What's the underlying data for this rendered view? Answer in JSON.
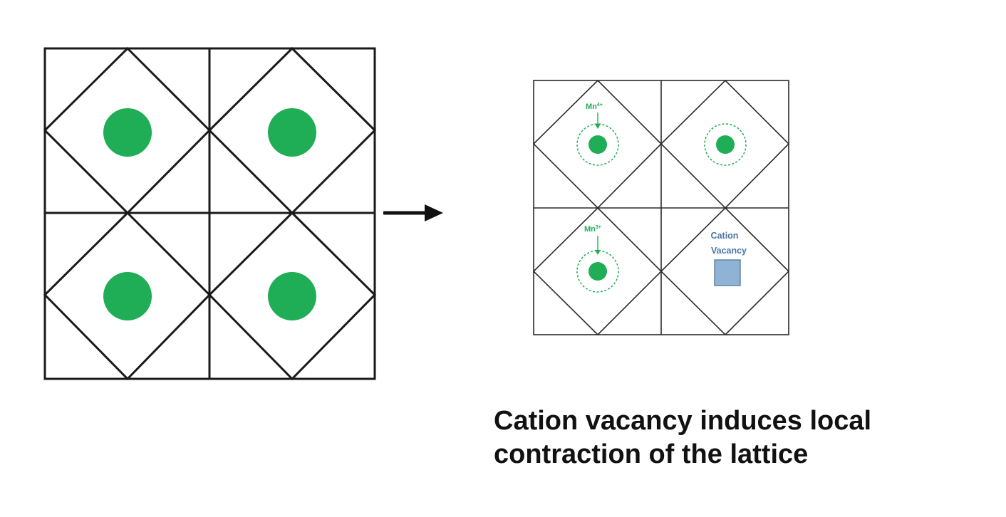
{
  "left_lattice": {
    "cations": 4
  },
  "right_lattice": {
    "labels": {
      "mn4_base": "Mn",
      "mn4_charge": "4+",
      "mn3_base": "Mn",
      "mn3_charge": "3+",
      "vacancy_line1": "Cation",
      "vacancy_line2": "Vacancy"
    }
  },
  "caption": {
    "line1": "Cation vacancy induces local",
    "line2": "contraction of the lattice"
  },
  "colors": {
    "cation": "#1fad55",
    "cation_label": "#1fad55",
    "vacancy_fill": "#8fb3d4",
    "vacancy_border": "#5a7fa3",
    "vacancy_text": "#4a78a8",
    "lines": "#1a1a1a",
    "arrow": "#111111"
  }
}
